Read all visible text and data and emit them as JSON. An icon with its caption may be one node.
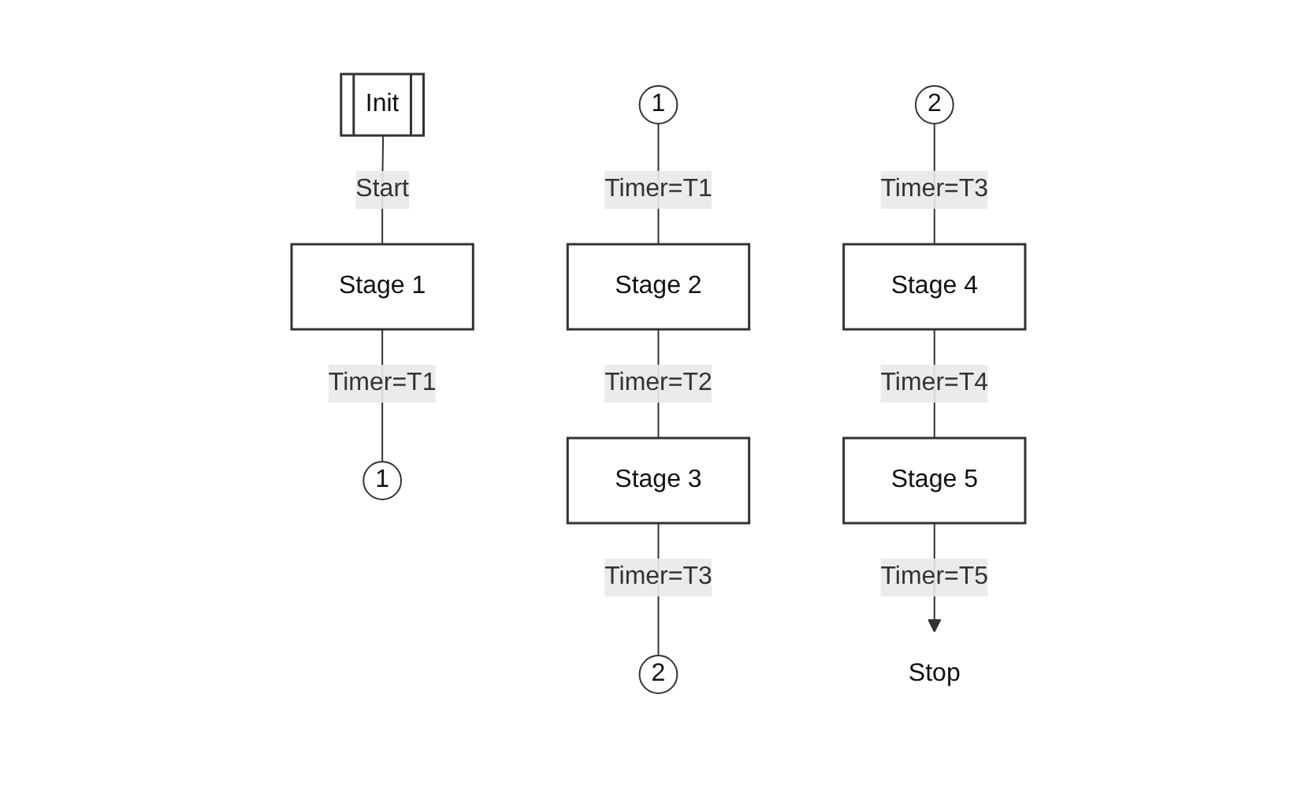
{
  "diagram": {
    "nodes": [
      {
        "text": [
          "Init"
        ]
      },
      {
        "text": [
          "Stage 1"
        ]
      },
      {
        "text": [
          "1"
        ]
      },
      {
        "text": [
          "1"
        ]
      },
      {
        "text": [
          "Stage 2"
        ]
      },
      {
        "text": [
          "Stage 3"
        ]
      },
      {
        "text": [
          "2"
        ]
      },
      {
        "text": [
          "2"
        ]
      },
      {
        "text": [
          "Stage 4"
        ]
      },
      {
        "text": [
          "Stage 5"
        ]
      },
      {
        "text": [
          "Stop"
        ]
      }
    ],
    "edges": [
      {
        "from": 0,
        "to": 1,
        "arrow": "none",
        "label": "Start"
      },
      {
        "from": 1,
        "to": 2,
        "arrow": "none",
        "label": "Timer=T1"
      },
      {
        "from": 3,
        "to": 4,
        "arrow": "none",
        "label": "Timer=T1"
      },
      {
        "from": 4,
        "to": 5,
        "arrow": "none",
        "label": "Timer=T2"
      },
      {
        "from": 5,
        "to": 6,
        "arrow": "none",
        "label": "Timer=T3"
      },
      {
        "from": 7,
        "to": 8,
        "arrow": "none",
        "label": "Timer=T3"
      },
      {
        "from": 8,
        "to": 9,
        "arrow": "none",
        "label": "Timer=T4"
      },
      {
        "from": 9,
        "to": 10,
        "arrow": "to",
        "label": "Timer=T5"
      }
    ]
  }
}
